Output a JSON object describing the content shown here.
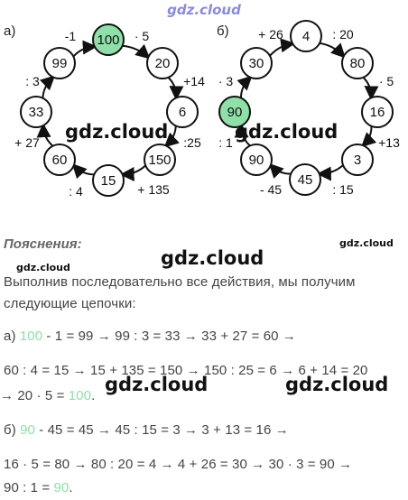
{
  "watermark_top": "gdz.cloud",
  "watermarks": [
    "gdz.cloud",
    "gdz.cloud",
    "gdz.cloud",
    "gdz.cloud",
    "gdz.cloud",
    "gdz.cloud"
  ],
  "parts": {
    "a": {
      "label": "а)",
      "nodes": [
        "100",
        "20",
        "6",
        "150",
        "15",
        "60",
        "33",
        "99"
      ],
      "ops": [
        "· 5",
        "+14",
        ":25",
        "+ 135",
        ": 4",
        "+ 27",
        ": 3",
        "-1"
      ]
    },
    "b": {
      "label": "б)",
      "nodes": [
        "4",
        "80",
        "16",
        "3",
        "45",
        "90",
        "90",
        "30"
      ],
      "ops": [
        ": 20",
        "· 5",
        "+13",
        ": 15",
        "- 45",
        ": 1",
        "· 3",
        "+ 26"
      ]
    }
  },
  "highlight_color": "#8fe0a8",
  "explanation": {
    "heading": "Пояснения:",
    "intro_1": "Выполнив последовательно все действия, мы получим",
    "intro_2": "следующие цепочки:",
    "a_label": "а) ",
    "a_start": "100",
    "a_line1": " - 1 = 99  → 99 : 3 = 33  → 33 + 27 = 60  →",
    "a_line2": "60 : 4 = 15  →  15 + 135 = 150  →  150 : 25 = 6  →  6 + 14 = 20",
    "a_line3_pre": " → 20 · 5 = ",
    "a_end": "100",
    "a_line3_post": ".",
    "b_label": "б) ",
    "b_start": "90",
    "b_line1": " - 45 = 45  →  45 : 15 = 3  →  3 + 13 = 16  →",
    "b_line2": "16 · 5 = 80  →  80 : 20 = 4  →  4 + 26 = 30  →  30 · 3 = 90  →",
    "b_line3_pre": "90 : 1 = ",
    "b_end": "90",
    "b_line3_post": "."
  }
}
